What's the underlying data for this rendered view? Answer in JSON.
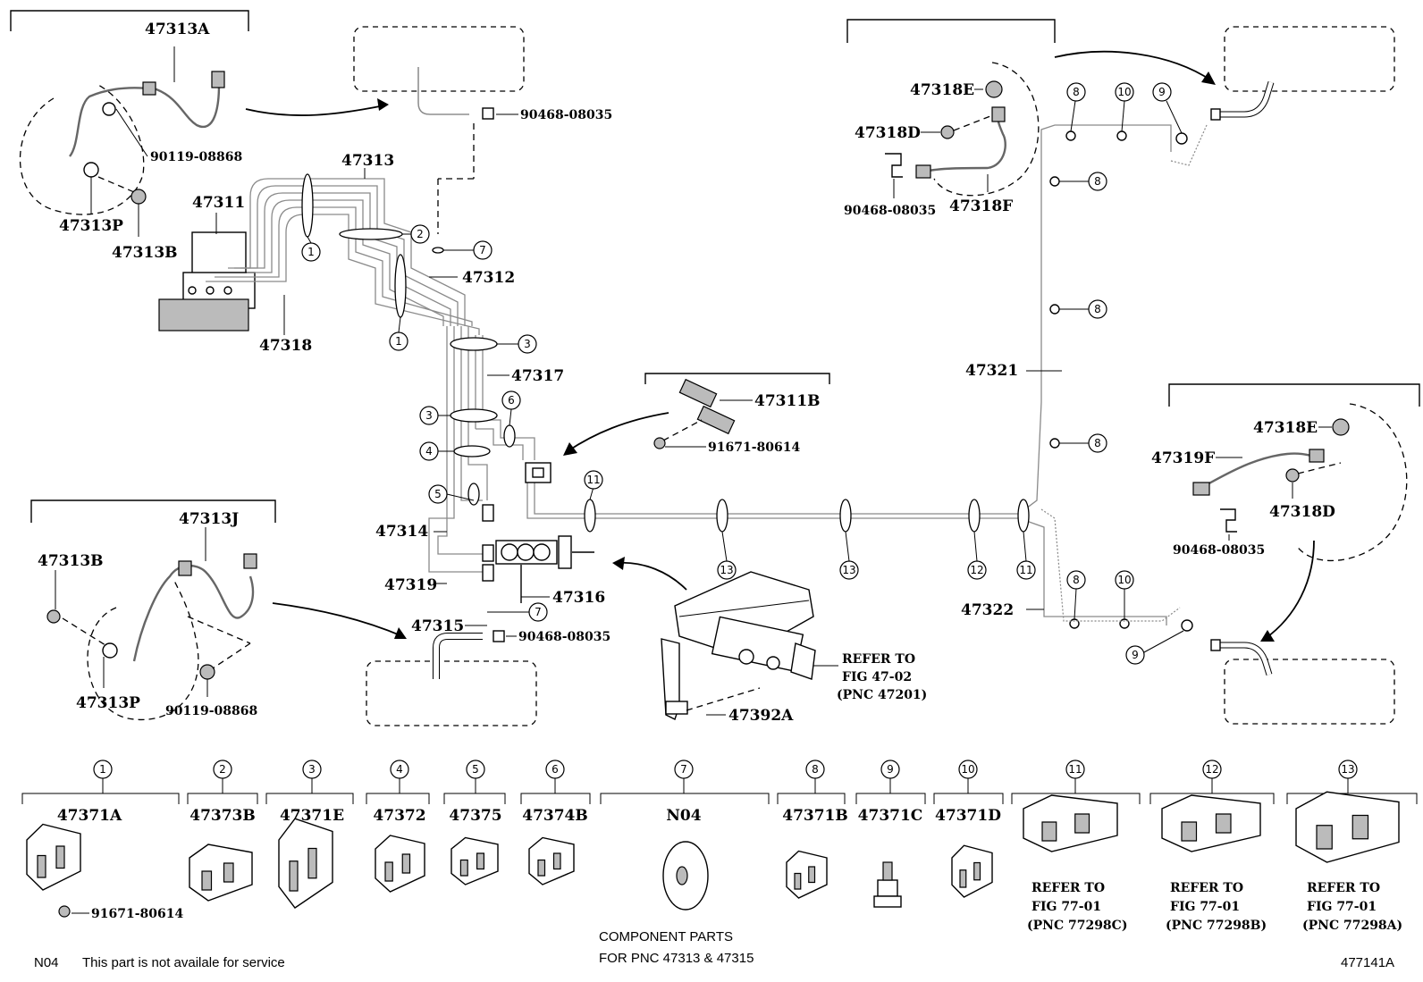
{
  "labels": {
    "p47313A": "47313A",
    "p90468_a": "90468-08035",
    "p90119_a": "90119-08868",
    "p47313": "47313",
    "p47311": "47311",
    "p47313P_a": "47313P",
    "p47313B_a": "47313B",
    "p47312": "47312",
    "p47318": "47318",
    "p47317": "47317",
    "p47311B": "47311B",
    "p91671_a": "91671-80614",
    "p47313J": "47313J",
    "p47313B_b": "47313B",
    "p47314": "47314",
    "p47319": "47319",
    "p47316": "47316",
    "p47315": "47315",
    "p90468_b": "90468-08035",
    "p47313P_b": "47313P",
    "p90119_b": "90119-08868",
    "p47392A": "47392A",
    "refer1": "REFER TO",
    "refer2": "FIG 47-02",
    "refer3": "(PNC 47201)",
    "p47318E_a": "47318E",
    "p47318D_a": "47318D",
    "p90468_c": "90468-08035",
    "p47318F": "47318F",
    "p47321": "47321",
    "p47322": "47322",
    "p47318E_b": "47318E",
    "p47319F": "47319F",
    "p47318D_b": "47318D",
    "p90468_d": "90468-08035"
  },
  "bottom_parts": [
    {
      "num": "1",
      "part": "47371A",
      "extra": "91671-80614"
    },
    {
      "num": "2",
      "part": "47373B"
    },
    {
      "num": "3",
      "part": "47371E"
    },
    {
      "num": "4",
      "part": "47372"
    },
    {
      "num": "5",
      "part": "47375"
    },
    {
      "num": "6",
      "part": "47374B"
    },
    {
      "num": "7",
      "part": "N04"
    },
    {
      "num": "8",
      "part": "47371B"
    },
    {
      "num": "9",
      "part": "47371C"
    },
    {
      "num": "10",
      "part": "47371D"
    },
    {
      "num": "11",
      "refer": [
        "REFER TO",
        "FIG 77-01",
        "(PNC 77298C)"
      ]
    },
    {
      "num": "12",
      "refer": [
        "REFER TO",
        "FIG 77-01",
        "(PNC 77298B)"
      ]
    },
    {
      "num": "13",
      "refer": [
        "REFER TO",
        "FIG 77-01",
        "(PNC 77298A)"
      ]
    }
  ],
  "component_note": [
    "COMPONENT PARTS",
    "FOR PNC 47313 & 47315"
  ],
  "footnote_code": "N04",
  "footnote_text": "This part is not availale for service",
  "figure_id": "477141A",
  "callouts": [
    {
      "n": "1"
    },
    {
      "n": "2"
    },
    {
      "n": "7"
    },
    {
      "n": "1"
    },
    {
      "n": "3"
    },
    {
      "n": "3"
    },
    {
      "n": "6"
    },
    {
      "n": "4"
    },
    {
      "n": "5"
    },
    {
      "n": "11"
    },
    {
      "n": "7"
    },
    {
      "n": "13"
    },
    {
      "n": "13"
    },
    {
      "n": "12"
    },
    {
      "n": "11"
    },
    {
      "n": "8"
    },
    {
      "n": "10"
    },
    {
      "n": "9"
    },
    {
      "n": "8"
    },
    {
      "n": "8"
    },
    {
      "n": "8"
    },
    {
      "n": "8"
    },
    {
      "n": "10"
    },
    {
      "n": "9"
    }
  ]
}
